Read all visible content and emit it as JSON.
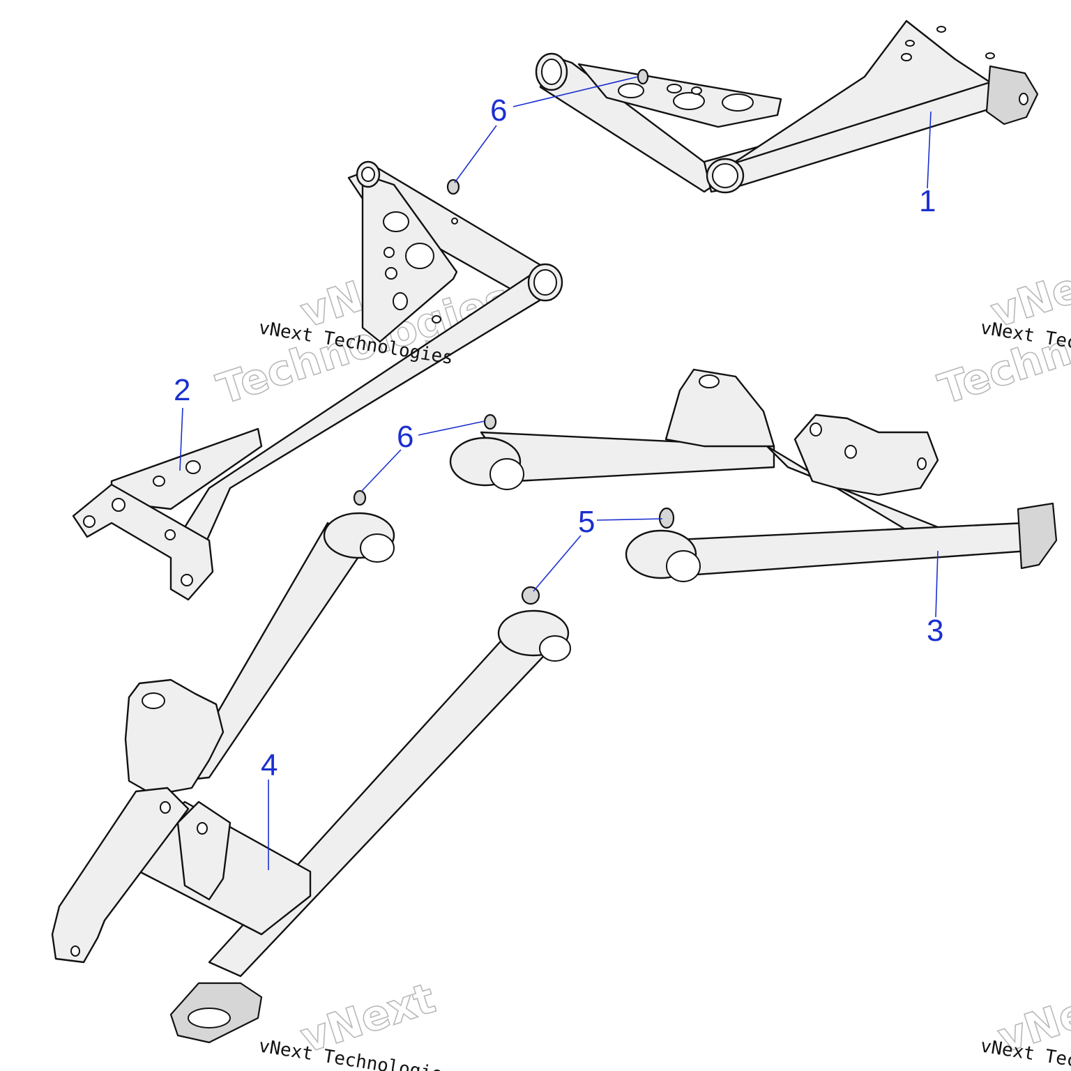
{
  "callouts": [
    {
      "id": "1",
      "label": "1"
    },
    {
      "id": "2",
      "label": "2"
    },
    {
      "id": "3",
      "label": "3"
    },
    {
      "id": "4",
      "label": "4"
    },
    {
      "id": "5",
      "label": "5"
    },
    {
      "id": "6a",
      "label": "6"
    },
    {
      "id": "6b",
      "label": "6"
    }
  ],
  "watermark": {
    "line_mono": "vNext Technologies",
    "line_big_1": "vNext",
    "line_big_2": "Technologies"
  },
  "colors": {
    "callout": "#1a2fd0",
    "part_fill": "#efefef",
    "line": "#111111"
  }
}
